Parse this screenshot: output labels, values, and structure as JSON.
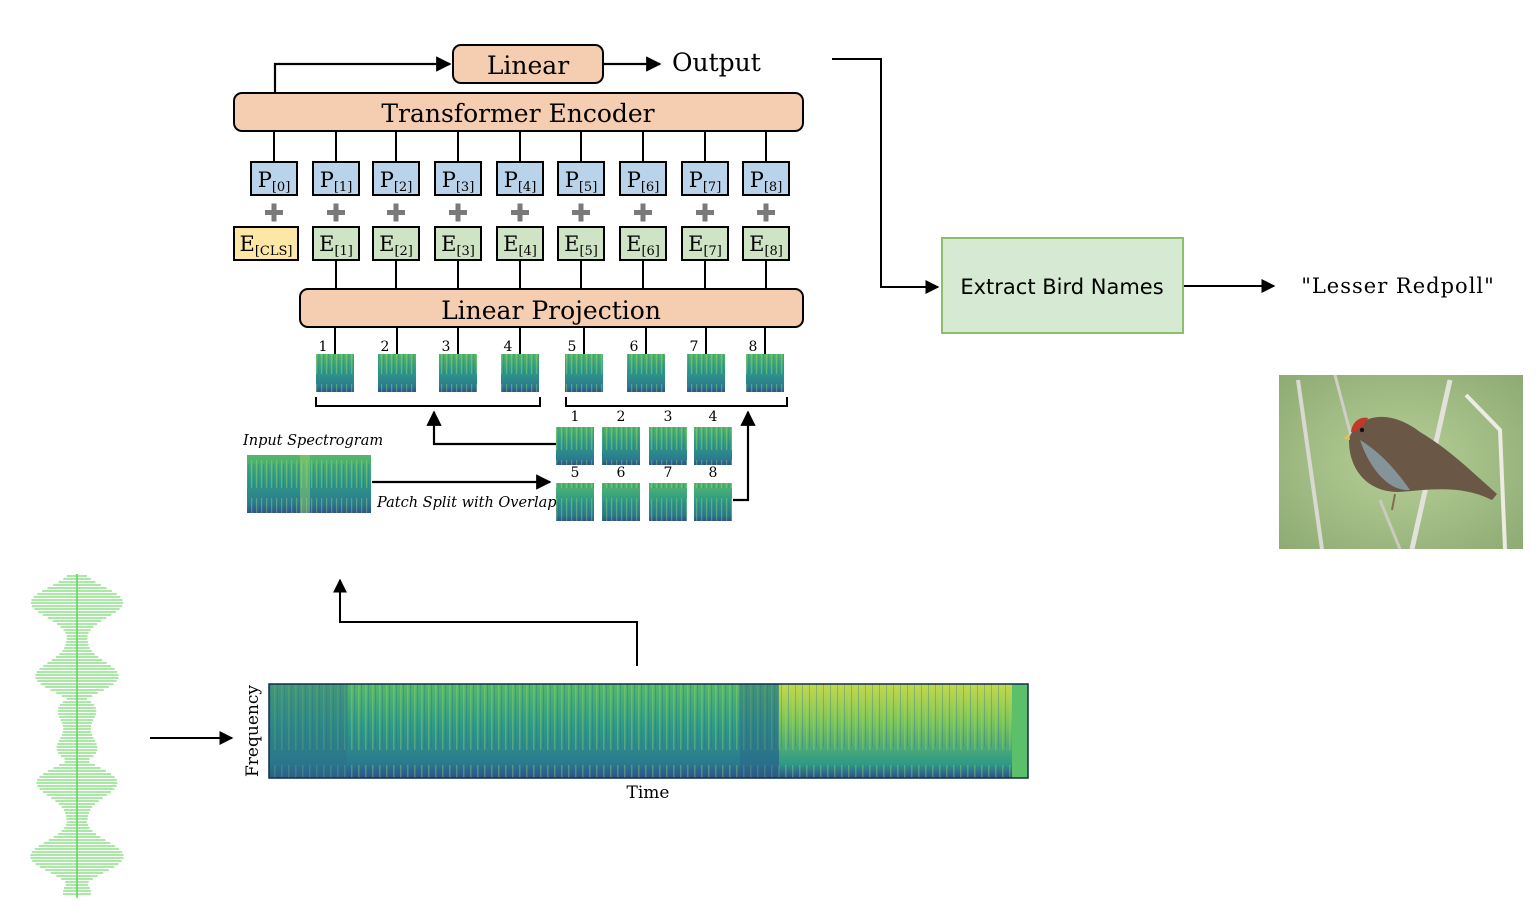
{
  "top": {
    "linear_label": "Linear",
    "output_label": "Output",
    "encoder_label": "Transformer Encoder",
    "projection_label": "Linear Projection"
  },
  "positions": [
    {
      "base": "P",
      "sub": "[0]"
    },
    {
      "base": "P",
      "sub": "[1]"
    },
    {
      "base": "P",
      "sub": "[2]"
    },
    {
      "base": "P",
      "sub": "[3]"
    },
    {
      "base": "P",
      "sub": "[4]"
    },
    {
      "base": "P",
      "sub": "[5]"
    },
    {
      "base": "P",
      "sub": "[6]"
    },
    {
      "base": "P",
      "sub": "[7]"
    },
    {
      "base": "P",
      "sub": "[8]"
    }
  ],
  "embeddings": [
    {
      "base": "E",
      "sub": "[CLS]"
    },
    {
      "base": "E",
      "sub": "[1]"
    },
    {
      "base": "E",
      "sub": "[2]"
    },
    {
      "base": "E",
      "sub": "[3]"
    },
    {
      "base": "E",
      "sub": "[4]"
    },
    {
      "base": "E",
      "sub": "[5]"
    },
    {
      "base": "E",
      "sub": "[6]"
    },
    {
      "base": "E",
      "sub": "[7]"
    },
    {
      "base": "E",
      "sub": "[8]"
    }
  ],
  "patch_numbers": [
    "1",
    "2",
    "3",
    "4",
    "5",
    "6",
    "7",
    "8"
  ],
  "split_grid_numbers": [
    "1",
    "2",
    "3",
    "4",
    "5",
    "6",
    "7",
    "8"
  ],
  "input_spectrogram_label": "Input Spectrogram",
  "patch_split_label": "Patch Split with Overlap",
  "extract_label": "Extract Bird Names",
  "result_label": "\"Lesser Redpoll\"",
  "spectrogram_axes": {
    "x_label": "Time",
    "y_label": "Frequency"
  },
  "colors": {
    "orange_box": "#f5cdb0",
    "blue_box": "#b9d3ea",
    "green_box": "#cfe3c5",
    "yellow_box": "#fce7a6",
    "extract_box": "#d6ead3",
    "extract_border": "#8cbf6a",
    "waveform": "#5fd35a"
  }
}
